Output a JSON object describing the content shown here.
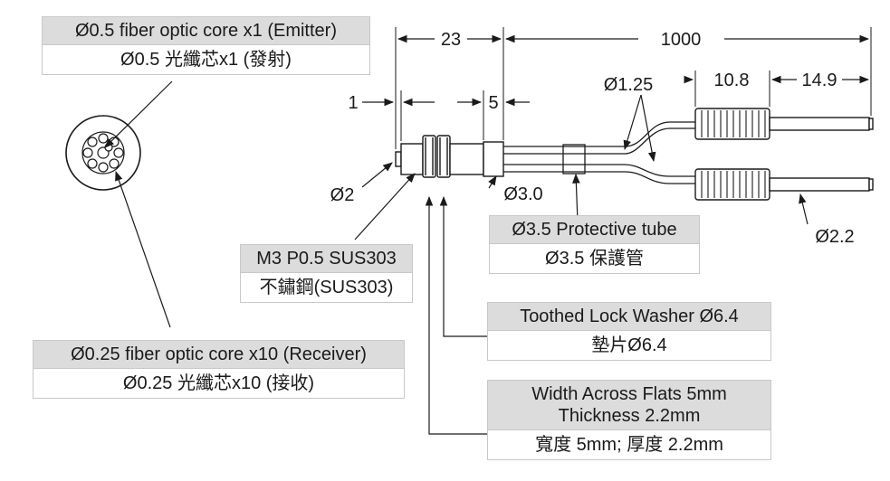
{
  "dimensions": {
    "d23": "23",
    "d1000": "1000",
    "d1": "1",
    "d5": "5",
    "d1_25": "Ø1.25",
    "d10_8": "10.8",
    "d14_9": "14.9",
    "d2": "Ø2",
    "d3_0": "Ø3.0",
    "d2_2": "Ø2.2"
  },
  "labels": {
    "emitter": {
      "en": "Ø0.5 fiber optic core x1 (Emitter)",
      "zh": "Ø0.5 光纖芯x1 (發射)"
    },
    "receiver": {
      "en": "Ø0.25 fiber optic core x10 (Receiver)",
      "zh": "Ø0.25 光纖芯x10 (接收)"
    },
    "thread": {
      "en": "M3 P0.5 SUS303",
      "zh": "不鏽鋼(SUS303)"
    },
    "tube": {
      "en": "Ø3.5 Protective tube",
      "zh": "Ø3.5 保護管"
    },
    "washer": {
      "en": "Toothed Lock Washer Ø6.4",
      "zh": "墊片Ø6.4"
    },
    "nut": {
      "en_line1": "Width Across Flats 5mm",
      "en_line2": "Thickness 2.2mm",
      "zh": "寬度 5mm; 厚度 2.2mm"
    }
  }
}
